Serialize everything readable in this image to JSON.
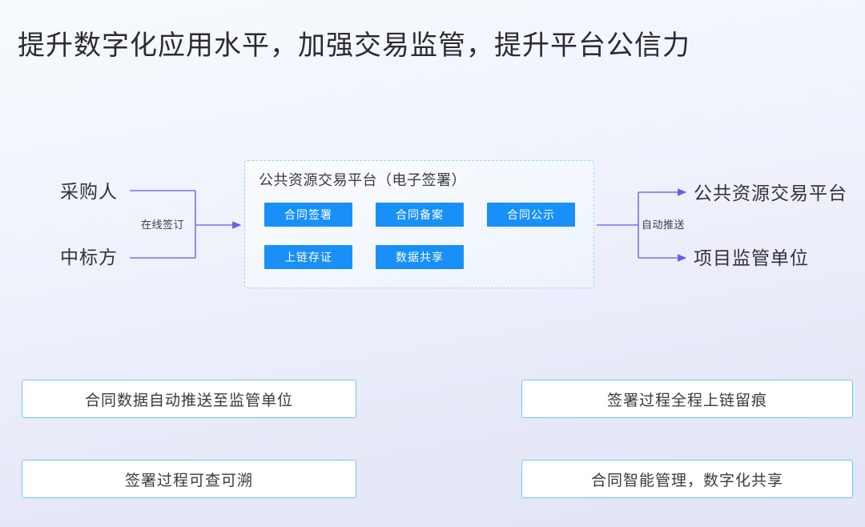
{
  "slide": {
    "title": "提升数字化应用水平，加强交易监管，提升平台公信力"
  },
  "diagram": {
    "actors": [
      {
        "id": "purchaser",
        "label": "采购人"
      },
      {
        "id": "bidder",
        "label": "中标方"
      }
    ],
    "edges": [
      {
        "id": "online-signing",
        "label": "在线签订"
      },
      {
        "id": "auto-push",
        "label": "自动推送"
      }
    ],
    "platform_panel": {
      "title": "公共资源交易平台（电子签署）",
      "rows": [
        [
          {
            "id": "contract-signing",
            "label": "合同签署"
          },
          {
            "id": "contract-filing",
            "label": "合同备案"
          },
          {
            "id": "contract-publicity",
            "label": "合同公示"
          }
        ],
        [
          {
            "id": "chain-evidence",
            "label": "上链存证"
          },
          {
            "id": "data-sharing",
            "label": "数据共享"
          }
        ]
      ]
    },
    "destinations": [
      {
        "id": "public-resource-platform",
        "label": "公共资源交易平台"
      },
      {
        "id": "project-regulator",
        "label": "项目监管单位"
      }
    ]
  },
  "benefits": [
    {
      "id": "auto-push-to-regulator",
      "label": "合同数据自动推送至监管单位"
    },
    {
      "id": "full-chain-trace",
      "label": "签署过程全程上链留痕"
    },
    {
      "id": "traceable-signing",
      "label": "签署过程可查可溯"
    },
    {
      "id": "smart-contract-management",
      "label": "合同智能管理，数字化共享"
    }
  ],
  "colors": {
    "chip_blue": "#1890f8",
    "connector_purple": "#7b6ff0",
    "panel_border": "#9fd2ef",
    "benefit_border": "#6ec6ee",
    "title_text": "#2b2b31",
    "background_top": "#f6fbfe",
    "background_bottom": "#e2e5f7"
  }
}
